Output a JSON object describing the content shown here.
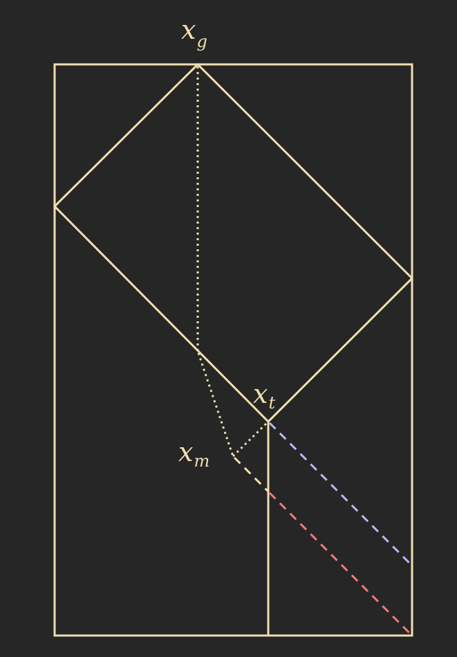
{
  "colors": {
    "background": "#262626",
    "line": "#f0e0b0",
    "blue_dashed": "#b8b8f8",
    "red_dashed": "#f07a7a"
  },
  "labels": {
    "xg": {
      "base": "x",
      "sub": "g"
    },
    "xt": {
      "base": "x",
      "sub": "t"
    },
    "xm": {
      "base": "x",
      "sub": "m"
    }
  }
}
